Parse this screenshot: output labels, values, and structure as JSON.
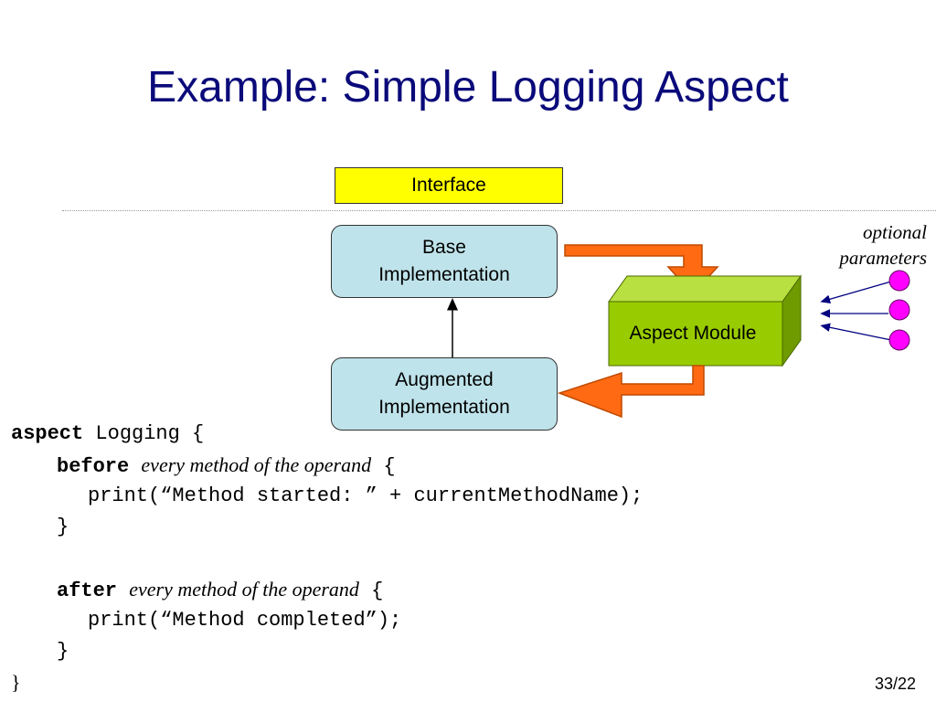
{
  "slide": {
    "title": "Example: Simple Logging Aspect",
    "page_number": "33/22"
  },
  "diagram": {
    "interface_label": "Interface",
    "base_line1": "Base",
    "base_line2": "Implementation",
    "augmented_line1": "Augmented",
    "augmented_line2": "Implementation",
    "aspect_module_label": "Aspect Module",
    "optional_line1": "optional",
    "optional_line2": "parameters",
    "colors": {
      "interface_fill": "#ffff00",
      "implementation_fill": "#bfe3ea",
      "aspect_front": "#99cc00",
      "aspect_top": "#b8e040",
      "aspect_side": "#6f9a00",
      "flow_arrow": "#ff6a13",
      "parameter_circle": "#ff00ff",
      "parameter_arrow": "#000080"
    }
  },
  "code": {
    "aspect_keyword": "aspect",
    "aspect_rest": " Logging {",
    "before_keyword": "before",
    "before_desc": "every method of the operand",
    "before_brace": " {",
    "before_body": "print(“Method started: ” + currentMethodName);",
    "before_close": "}",
    "after_keyword": "after",
    "after_desc": "every method of the operand",
    "after_brace": " {",
    "after_body": "print(“Method completed”);",
    "after_close": "}",
    "aspect_close": "}"
  }
}
